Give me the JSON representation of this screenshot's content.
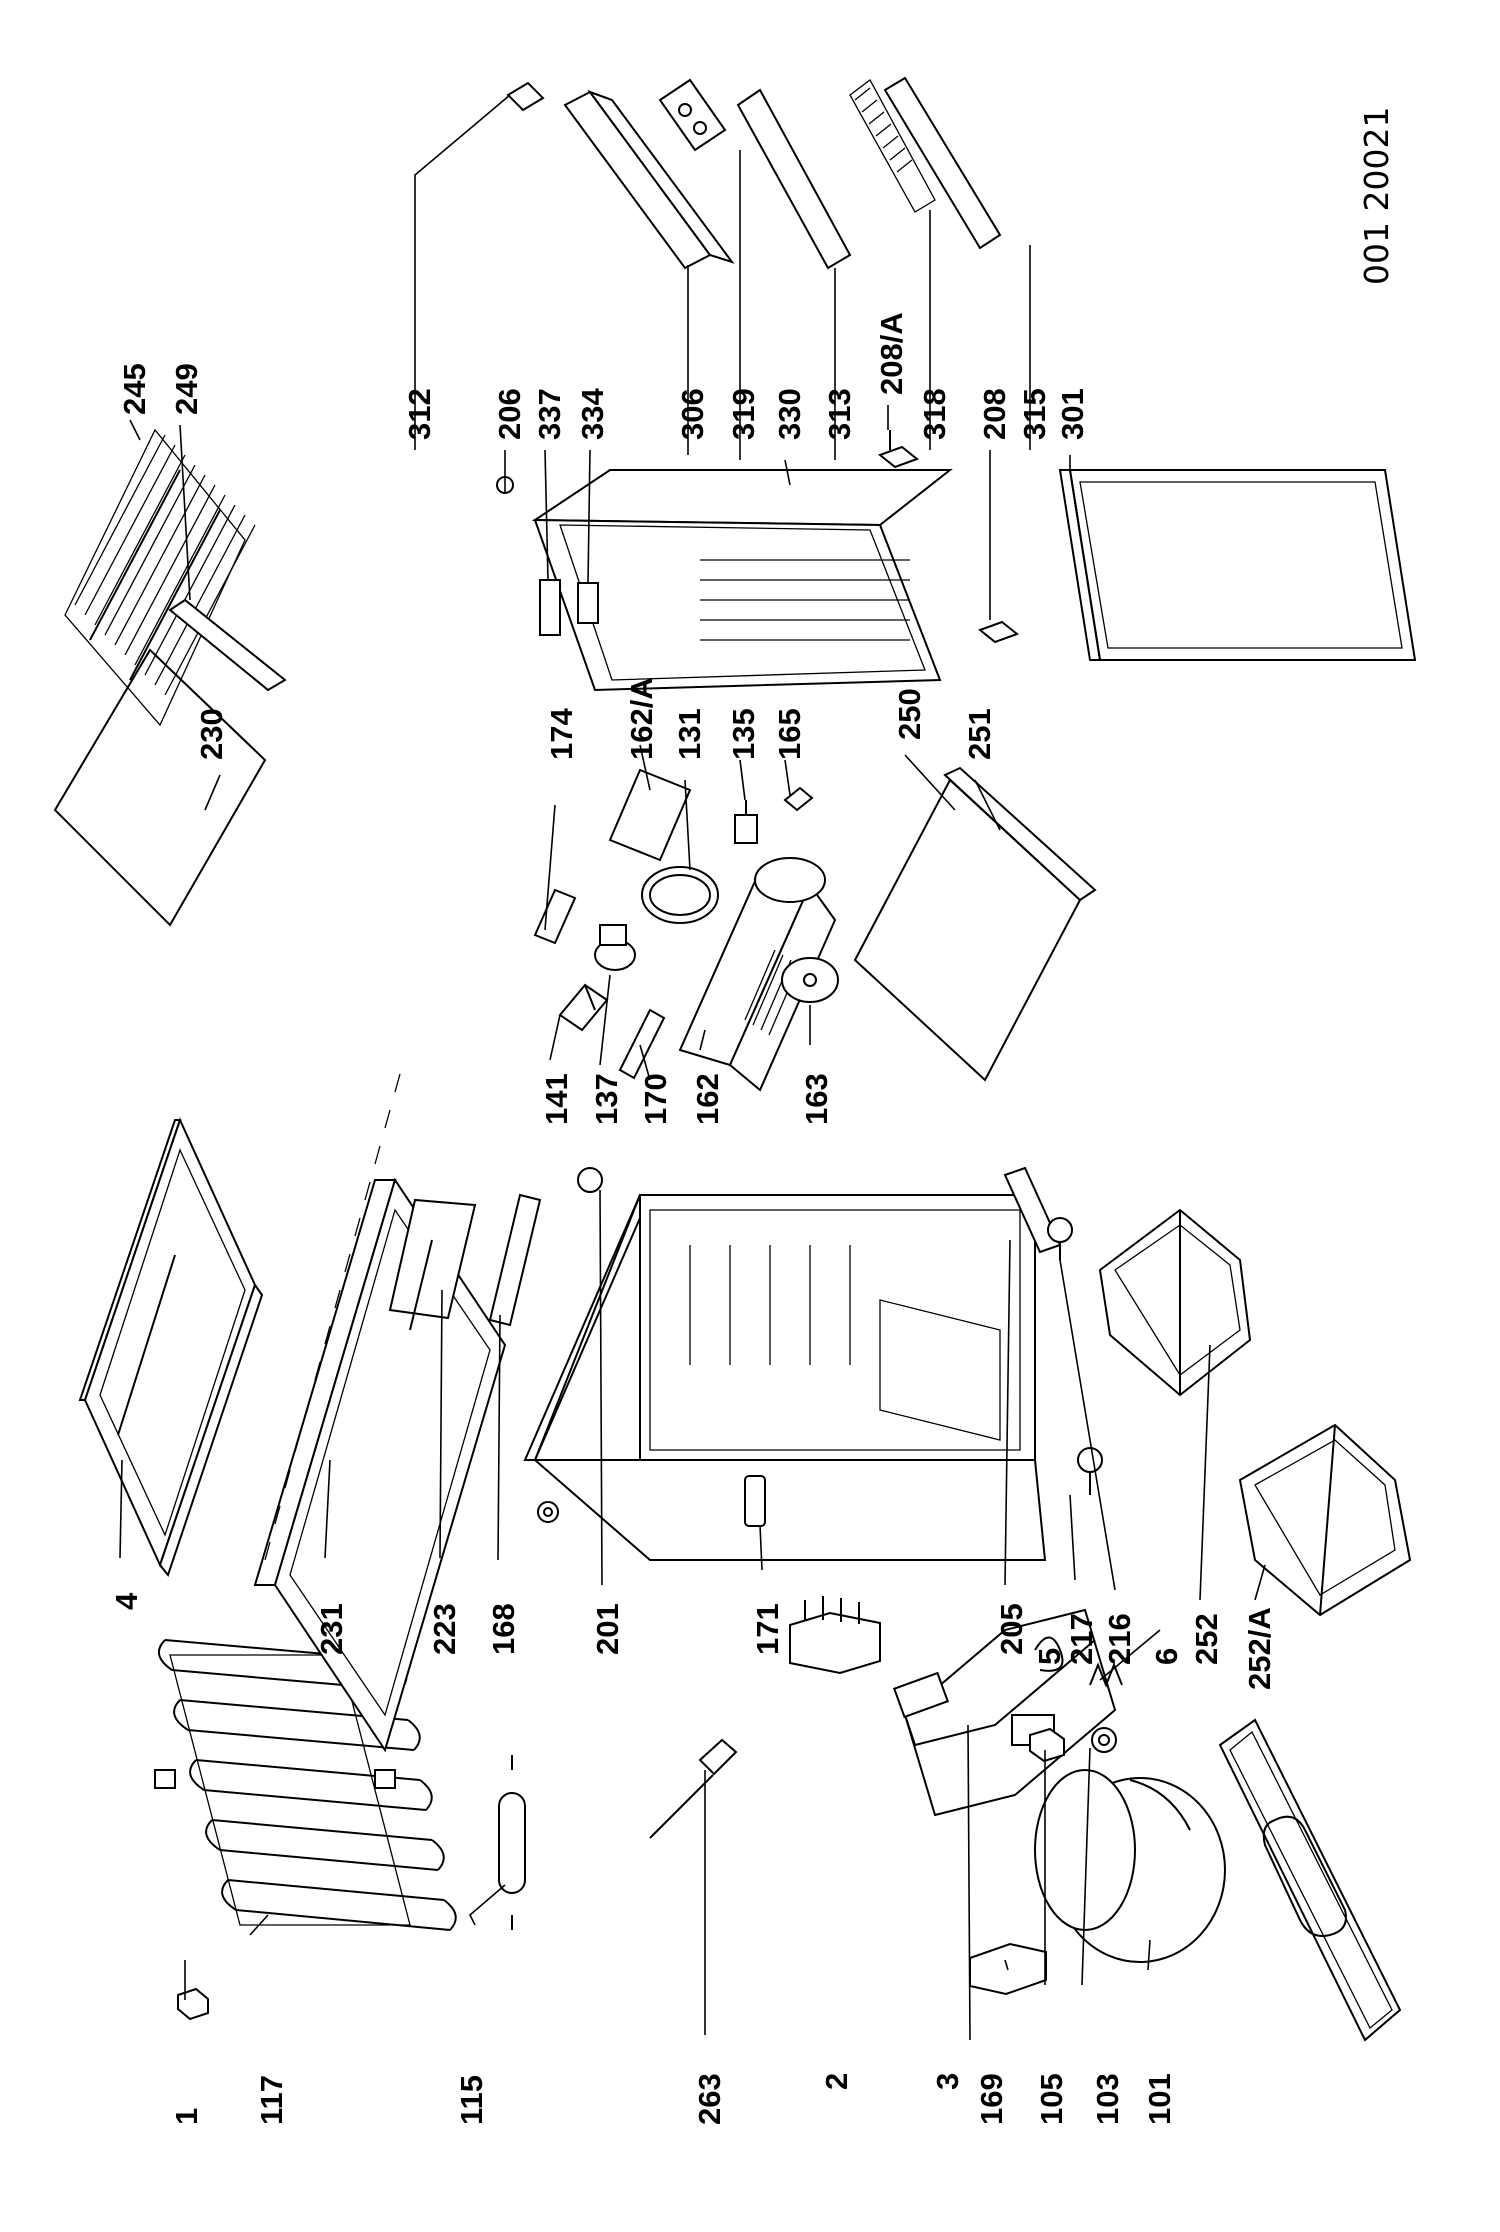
{
  "document_code": "001 20021",
  "labels": [
    {
      "id": "l-1",
      "text": "1"
    },
    {
      "id": "l-117",
      "text": "117"
    },
    {
      "id": "l-115",
      "text": "115"
    },
    {
      "id": "l-263",
      "text": "263"
    },
    {
      "id": "l-2",
      "text": "2"
    },
    {
      "id": "l-3",
      "text": "3"
    },
    {
      "id": "l-169",
      "text": "169"
    },
    {
      "id": "l-105",
      "text": "105"
    },
    {
      "id": "l-103",
      "text": "103"
    },
    {
      "id": "l-101",
      "text": "101"
    },
    {
      "id": "l-4",
      "text": "4"
    },
    {
      "id": "l-231",
      "text": "231"
    },
    {
      "id": "l-223",
      "text": "223"
    },
    {
      "id": "l-168",
      "text": "168"
    },
    {
      "id": "l-201",
      "text": "201"
    },
    {
      "id": "l-171",
      "text": "171"
    },
    {
      "id": "l-205",
      "text": "205"
    },
    {
      "id": "l-5",
      "text": "5"
    },
    {
      "id": "l-217",
      "text": "217"
    },
    {
      "id": "l-216",
      "text": "216"
    },
    {
      "id": "l-6",
      "text": "6"
    },
    {
      "id": "l-252",
      "text": "252"
    },
    {
      "id": "l-252a",
      "text": "252/A"
    },
    {
      "id": "l-141",
      "text": "141"
    },
    {
      "id": "l-137",
      "text": "137"
    },
    {
      "id": "l-170",
      "text": "170"
    },
    {
      "id": "l-162",
      "text": "162"
    },
    {
      "id": "l-163",
      "text": "163"
    },
    {
      "id": "l-230",
      "text": "230"
    },
    {
      "id": "l-174",
      "text": "174"
    },
    {
      "id": "l-162a",
      "text": "162/A"
    },
    {
      "id": "l-131",
      "text": "131"
    },
    {
      "id": "l-135",
      "text": "135"
    },
    {
      "id": "l-165",
      "text": "165"
    },
    {
      "id": "l-250",
      "text": "250"
    },
    {
      "id": "l-251",
      "text": "251"
    },
    {
      "id": "l-245",
      "text": "245"
    },
    {
      "id": "l-249",
      "text": "249"
    },
    {
      "id": "l-312",
      "text": "312"
    },
    {
      "id": "l-206",
      "text": "206"
    },
    {
      "id": "l-337",
      "text": "337"
    },
    {
      "id": "l-334",
      "text": "334"
    },
    {
      "id": "l-306",
      "text": "306"
    },
    {
      "id": "l-319",
      "text": "319"
    },
    {
      "id": "l-330",
      "text": "330"
    },
    {
      "id": "l-313",
      "text": "313"
    },
    {
      "id": "l-208a",
      "text": "208/A"
    },
    {
      "id": "l-318",
      "text": "318"
    },
    {
      "id": "l-208",
      "text": "208"
    },
    {
      "id": "l-315",
      "text": "315"
    },
    {
      "id": "l-301",
      "text": "301"
    }
  ]
}
